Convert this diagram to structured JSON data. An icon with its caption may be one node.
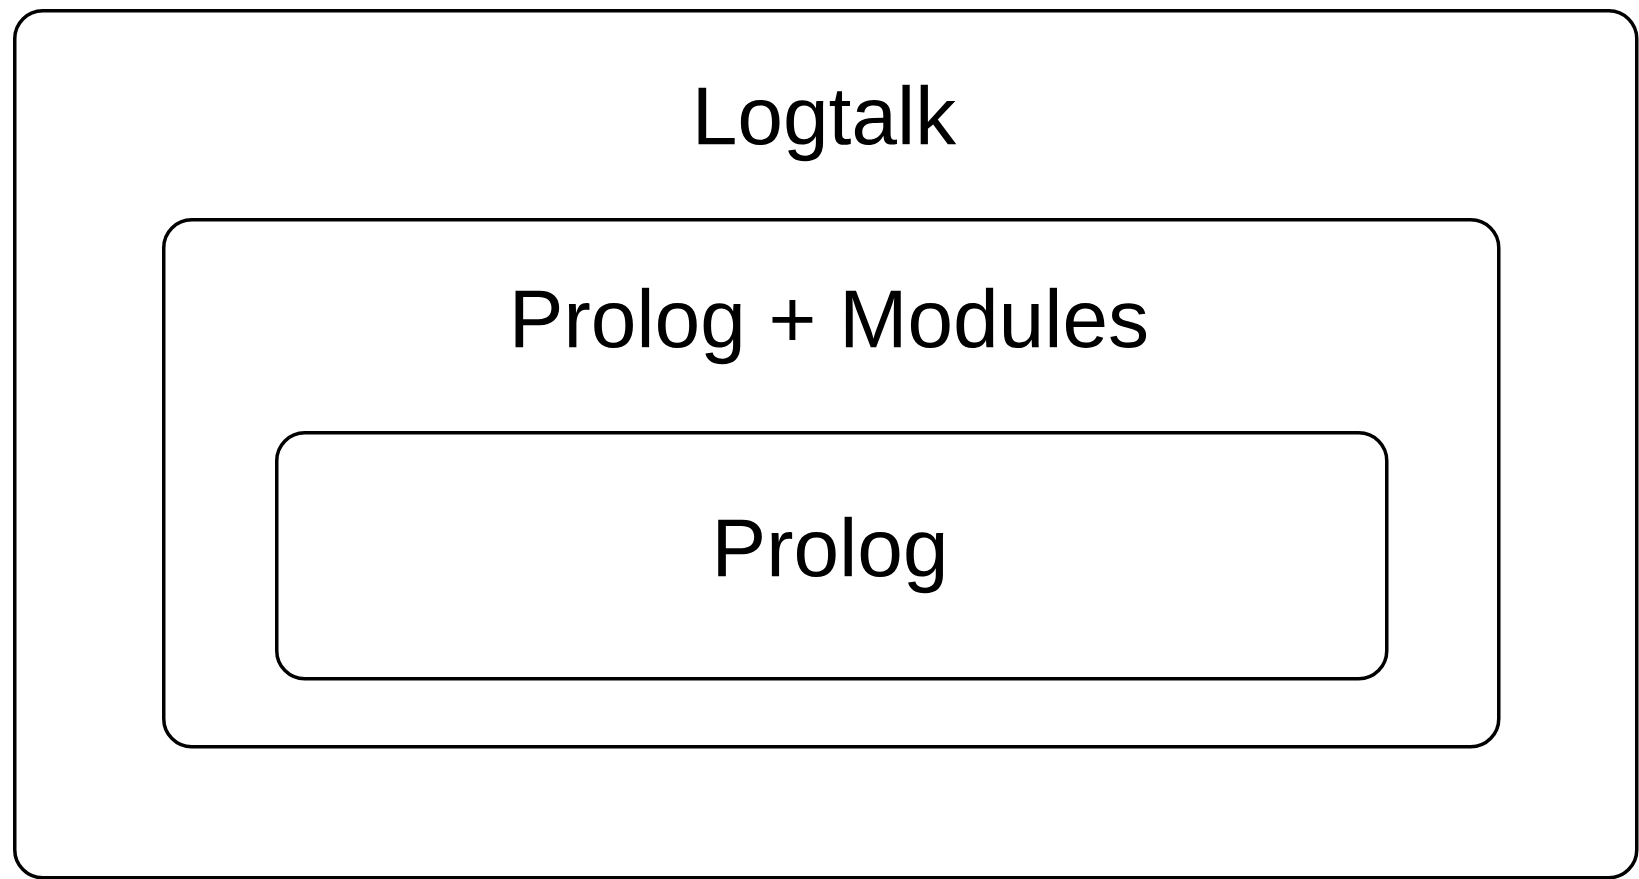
{
  "diagram": {
    "nodes": [
      {
        "text": [
          "Logtalk"
        ]
      },
      {
        "text": [
          "Prolog + Modules"
        ],
        "in": 0
      },
      {
        "text": [
          "Prolog"
        ],
        "in": 1
      }
    ]
  }
}
